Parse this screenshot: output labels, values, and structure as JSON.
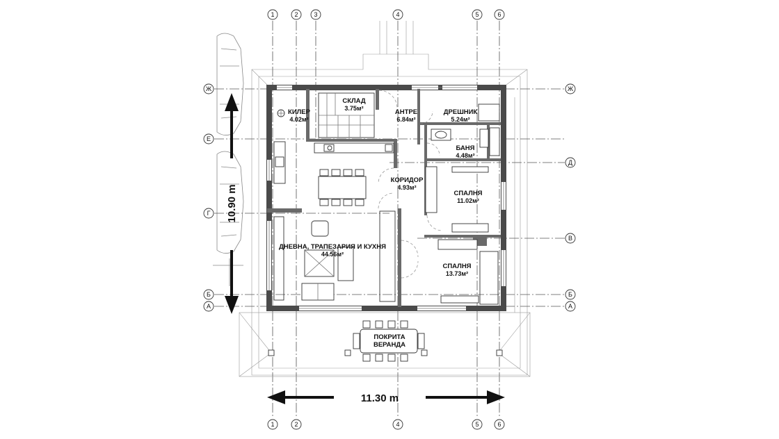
{
  "grid_axes_vertical": [
    "1",
    "2",
    "3",
    "4",
    "5",
    "6"
  ],
  "grid_axes_horizontal": [
    "Ж",
    "Е",
    "Д",
    "Г",
    "В",
    "Б",
    "А"
  ],
  "rooms": {
    "sklad": {
      "name": "СКЛАД",
      "area": "3.75м²"
    },
    "kiler": {
      "name": "КИЛЕР",
      "area": "4.02м²"
    },
    "antre": {
      "name": "АНТРЕ",
      "area": "6.84м²"
    },
    "dreshnik": {
      "name": "ДРЕШНИК",
      "area": "5.24м²"
    },
    "banya": {
      "name": "БАНЯ",
      "area": "4.48м²"
    },
    "koridor": {
      "name": "КОРИДОР",
      "area": "4.93м²"
    },
    "spalnya1": {
      "name": "СПАЛНЯ",
      "area": "11.02м²"
    },
    "dnevna": {
      "name": "ДНЕВНА, ТРАПЕЗАРИЯ И КУХНЯ",
      "area": "44.56м²"
    },
    "spalnya2": {
      "name": "СПАЛНЯ",
      "area": "13.73м²"
    },
    "veranda": {
      "line1": "ПОКРИТА",
      "line2": "ВЕРАНДА"
    }
  },
  "dimensions": {
    "width": "11.30 m",
    "depth": "10.90 m"
  }
}
